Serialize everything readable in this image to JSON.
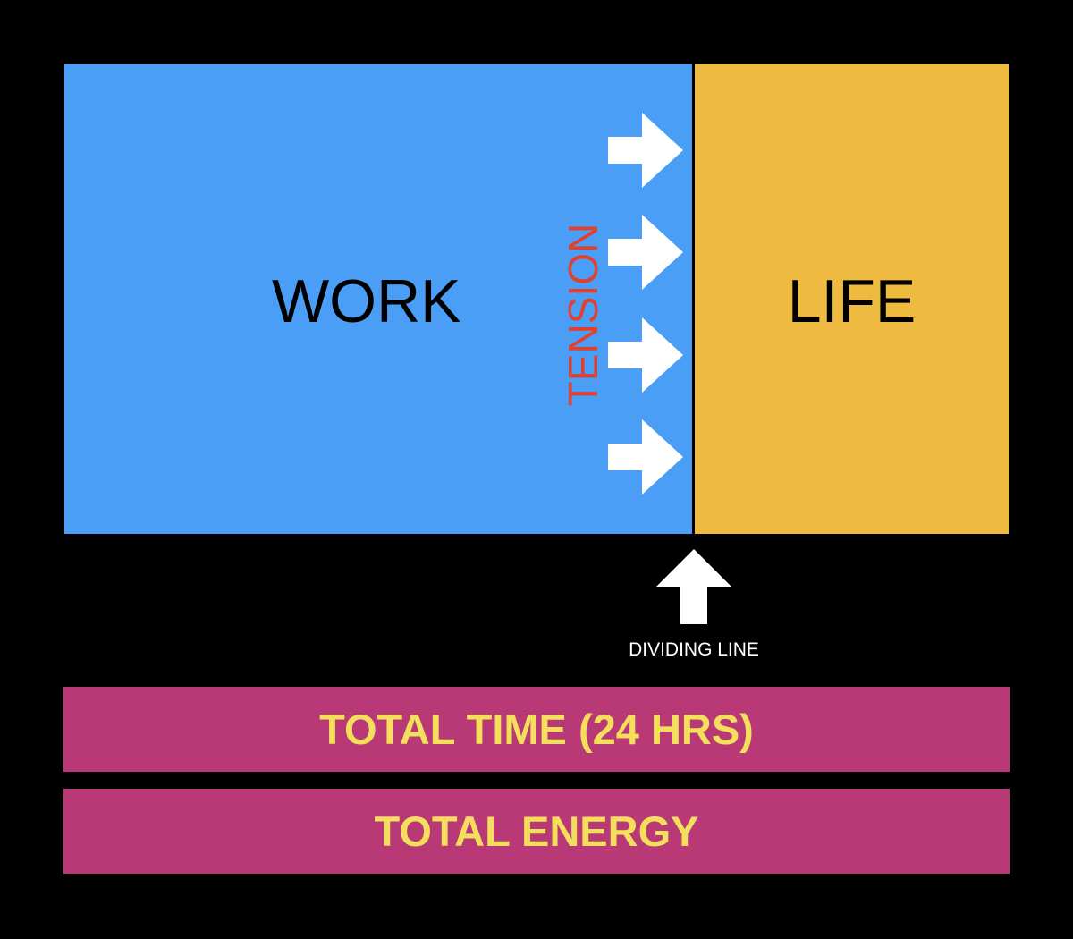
{
  "diagram": {
    "work": {
      "label": "WORK",
      "color": "#4a9ef6"
    },
    "life": {
      "label": "LIFE",
      "color": "#eebb40"
    },
    "tension": {
      "label": "TENSION",
      "color": "#e0402f"
    },
    "dividing_line": {
      "label": "DIVIDING LINE"
    },
    "arrow_icon": "right-arrow-icon",
    "arrow_color": "#ffffff",
    "total_time": {
      "label": "TOTAL TIME (24 HRS)"
    },
    "total_energy": {
      "label": "TOTAL ENERGY"
    },
    "bar_color": "#b93876",
    "bar_text_color": "#f4df5c"
  }
}
